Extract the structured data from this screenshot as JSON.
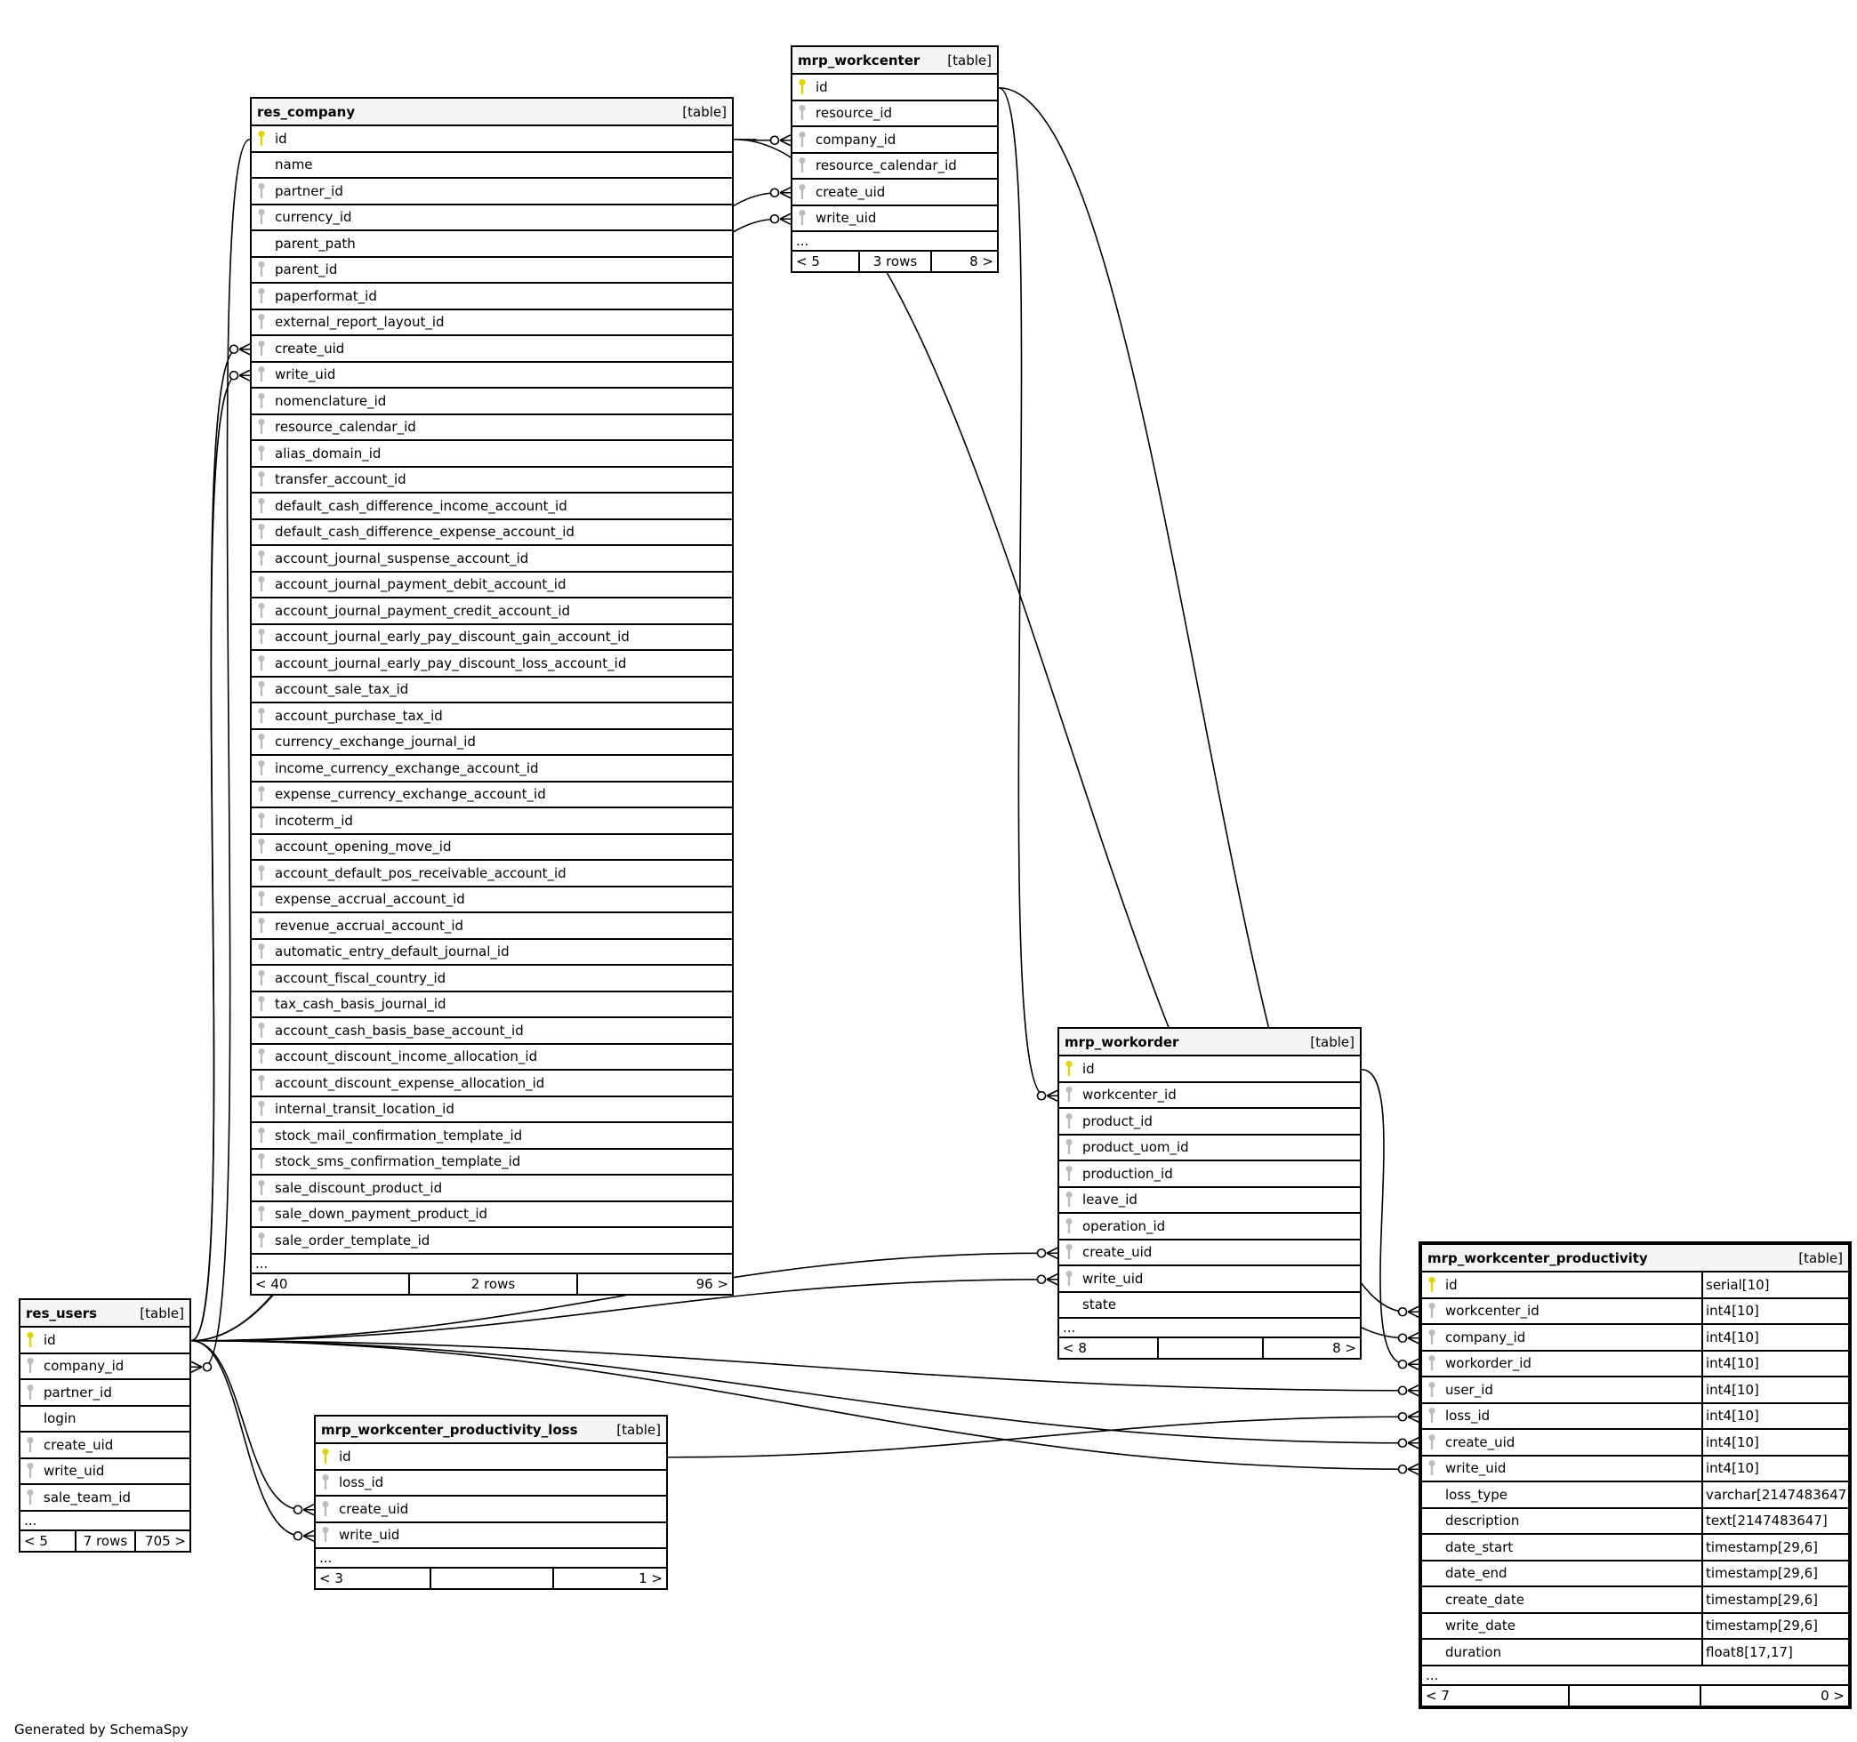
{
  "footer_text": "Generated by SchemaSpy",
  "type_label": "[table]",
  "ellipsis": "...",
  "colors": {
    "primary_key": "#e0d400",
    "foreign_key": "#bcbcbc",
    "header_bg": "#f4f4f4",
    "line": "#000000"
  },
  "tables": {
    "res_company": {
      "name": "res_company",
      "columns": [
        {
          "name": "id",
          "key": "pk"
        },
        {
          "name": "name",
          "key": ""
        },
        {
          "name": "partner_id",
          "key": "fk"
        },
        {
          "name": "currency_id",
          "key": "fk"
        },
        {
          "name": "parent_path",
          "key": ""
        },
        {
          "name": "parent_id",
          "key": "fk"
        },
        {
          "name": "paperformat_id",
          "key": "fk"
        },
        {
          "name": "external_report_layout_id",
          "key": "fk"
        },
        {
          "name": "create_uid",
          "key": "fk"
        },
        {
          "name": "write_uid",
          "key": "fk"
        },
        {
          "name": "nomenclature_id",
          "key": "fk"
        },
        {
          "name": "resource_calendar_id",
          "key": "fk"
        },
        {
          "name": "alias_domain_id",
          "key": "fk"
        },
        {
          "name": "transfer_account_id",
          "key": "fk"
        },
        {
          "name": "default_cash_difference_income_account_id",
          "key": "fk"
        },
        {
          "name": "default_cash_difference_expense_account_id",
          "key": "fk"
        },
        {
          "name": "account_journal_suspense_account_id",
          "key": "fk"
        },
        {
          "name": "account_journal_payment_debit_account_id",
          "key": "fk"
        },
        {
          "name": "account_journal_payment_credit_account_id",
          "key": "fk"
        },
        {
          "name": "account_journal_early_pay_discount_gain_account_id",
          "key": "fk"
        },
        {
          "name": "account_journal_early_pay_discount_loss_account_id",
          "key": "fk"
        },
        {
          "name": "account_sale_tax_id",
          "key": "fk"
        },
        {
          "name": "account_purchase_tax_id",
          "key": "fk"
        },
        {
          "name": "currency_exchange_journal_id",
          "key": "fk"
        },
        {
          "name": "income_currency_exchange_account_id",
          "key": "fk"
        },
        {
          "name": "expense_currency_exchange_account_id",
          "key": "fk"
        },
        {
          "name": "incoterm_id",
          "key": "fk"
        },
        {
          "name": "account_opening_move_id",
          "key": "fk"
        },
        {
          "name": "account_default_pos_receivable_account_id",
          "key": "fk"
        },
        {
          "name": "expense_accrual_account_id",
          "key": "fk"
        },
        {
          "name": "revenue_accrual_account_id",
          "key": "fk"
        },
        {
          "name": "automatic_entry_default_journal_id",
          "key": "fk"
        },
        {
          "name": "account_fiscal_country_id",
          "key": "fk"
        },
        {
          "name": "tax_cash_basis_journal_id",
          "key": "fk"
        },
        {
          "name": "account_cash_basis_base_account_id",
          "key": "fk"
        },
        {
          "name": "account_discount_income_allocation_id",
          "key": "fk"
        },
        {
          "name": "account_discount_expense_allocation_id",
          "key": "fk"
        },
        {
          "name": "internal_transit_location_id",
          "key": "fk"
        },
        {
          "name": "stock_mail_confirmation_template_id",
          "key": "fk"
        },
        {
          "name": "stock_sms_confirmation_template_id",
          "key": "fk"
        },
        {
          "name": "sale_discount_product_id",
          "key": "fk"
        },
        {
          "name": "sale_down_payment_product_id",
          "key": "fk"
        },
        {
          "name": "sale_order_template_id",
          "key": "fk"
        }
      ],
      "footer": {
        "parents": "< 40",
        "rows": "2 rows",
        "children": "96 >"
      }
    },
    "mrp_workcenter": {
      "name": "mrp_workcenter",
      "columns": [
        {
          "name": "id",
          "key": "pk"
        },
        {
          "name": "resource_id",
          "key": "fk"
        },
        {
          "name": "company_id",
          "key": "fk"
        },
        {
          "name": "resource_calendar_id",
          "key": "fk"
        },
        {
          "name": "create_uid",
          "key": "fk"
        },
        {
          "name": "write_uid",
          "key": "fk"
        }
      ],
      "footer": {
        "parents": "< 5",
        "rows": "3 rows",
        "children": "8 >"
      }
    },
    "mrp_workorder": {
      "name": "mrp_workorder",
      "columns": [
        {
          "name": "id",
          "key": "pk"
        },
        {
          "name": "workcenter_id",
          "key": "fk"
        },
        {
          "name": "product_id",
          "key": "fk"
        },
        {
          "name": "product_uom_id",
          "key": "fk"
        },
        {
          "name": "production_id",
          "key": "fk"
        },
        {
          "name": "leave_id",
          "key": "fk"
        },
        {
          "name": "operation_id",
          "key": "fk"
        },
        {
          "name": "create_uid",
          "key": "fk"
        },
        {
          "name": "write_uid",
          "key": "fk"
        },
        {
          "name": "state",
          "key": ""
        }
      ],
      "footer": {
        "parents": "< 8",
        "rows": "",
        "children": "8 >"
      }
    },
    "res_users": {
      "name": "res_users",
      "columns": [
        {
          "name": "id",
          "key": "pk"
        },
        {
          "name": "company_id",
          "key": "fk"
        },
        {
          "name": "partner_id",
          "key": "fk"
        },
        {
          "name": "login",
          "key": ""
        },
        {
          "name": "create_uid",
          "key": "fk"
        },
        {
          "name": "write_uid",
          "key": "fk"
        },
        {
          "name": "sale_team_id",
          "key": "fk"
        }
      ],
      "footer": {
        "parents": "< 5",
        "rows": "7 rows",
        "children": "705 >"
      }
    },
    "mrp_workcenter_productivity_loss": {
      "name": "mrp_workcenter_productivity_loss",
      "columns": [
        {
          "name": "id",
          "key": "pk"
        },
        {
          "name": "loss_id",
          "key": "fk"
        },
        {
          "name": "create_uid",
          "key": "fk"
        },
        {
          "name": "write_uid",
          "key": "fk"
        }
      ],
      "footer": {
        "parents": "< 3",
        "rows": "",
        "children": "1 >"
      }
    },
    "mrp_workcenter_productivity": {
      "name": "mrp_workcenter_productivity",
      "columns": [
        {
          "name": "id",
          "key": "pk",
          "type": "serial[10]"
        },
        {
          "name": "workcenter_id",
          "key": "fk",
          "type": "int4[10]"
        },
        {
          "name": "company_id",
          "key": "fk",
          "type": "int4[10]"
        },
        {
          "name": "workorder_id",
          "key": "fk",
          "type": "int4[10]"
        },
        {
          "name": "user_id",
          "key": "fk",
          "type": "int4[10]"
        },
        {
          "name": "loss_id",
          "key": "fk",
          "type": "int4[10]"
        },
        {
          "name": "create_uid",
          "key": "fk",
          "type": "int4[10]"
        },
        {
          "name": "write_uid",
          "key": "fk",
          "type": "int4[10]"
        },
        {
          "name": "loss_type",
          "key": "",
          "type": "varchar[2147483647]"
        },
        {
          "name": "description",
          "key": "",
          "type": "text[2147483647]"
        },
        {
          "name": "date_start",
          "key": "",
          "type": "timestamp[29,6]"
        },
        {
          "name": "date_end",
          "key": "",
          "type": "timestamp[29,6]"
        },
        {
          "name": "create_date",
          "key": "",
          "type": "timestamp[29,6]"
        },
        {
          "name": "write_date",
          "key": "",
          "type": "timestamp[29,6]"
        },
        {
          "name": "duration",
          "key": "",
          "type": "float8[17,17]"
        }
      ],
      "footer": {
        "parents": "< 7",
        "rows": "",
        "children": "0 >"
      }
    }
  },
  "relationships": [
    {
      "from": "res_company.id",
      "to": "mrp_workcenter.company_id"
    },
    {
      "from": "res_users.id",
      "to": "mrp_workcenter.create_uid"
    },
    {
      "from": "res_users.id",
      "to": "mrp_workcenter.write_uid"
    },
    {
      "from": "res_users.id",
      "to": "res_company.create_uid"
    },
    {
      "from": "res_users.id",
      "to": "res_company.write_uid"
    },
    {
      "from": "res_company.id",
      "to": "res_users.company_id"
    },
    {
      "from": "mrp_workcenter.id",
      "to": "mrp_workorder.workcenter_id"
    },
    {
      "from": "mrp_workcenter.id",
      "to": "mrp_workcenter_productivity.workcenter_id"
    },
    {
      "from": "res_company.id",
      "to": "mrp_workcenter_productivity.company_id"
    },
    {
      "from": "mrp_workorder.id",
      "to": "mrp_workcenter_productivity.workorder_id"
    },
    {
      "from": "res_users.id",
      "to": "mrp_workcenter_productivity.user_id"
    },
    {
      "from": "mrp_workcenter_productivity_loss.id",
      "to": "mrp_workcenter_productivity.loss_id"
    },
    {
      "from": "res_users.id",
      "to": "mrp_workcenter_productivity.create_uid"
    },
    {
      "from": "res_users.id",
      "to": "mrp_workcenter_productivity.write_uid"
    },
    {
      "from": "res_users.id",
      "to": "mrp_workorder.create_uid"
    },
    {
      "from": "res_users.id",
      "to": "mrp_workorder.write_uid"
    },
    {
      "from": "res_users.id",
      "to": "mrp_workcenter_productivity_loss.create_uid"
    },
    {
      "from": "res_users.id",
      "to": "mrp_workcenter_productivity_loss.write_uid"
    }
  ]
}
